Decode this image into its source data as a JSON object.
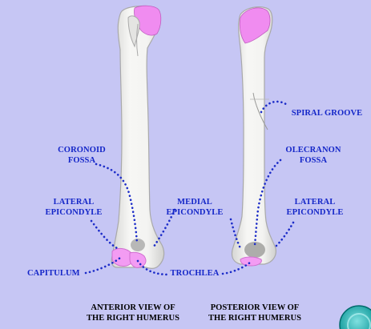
{
  "labels": {
    "coronoid_fossa": [
      "CORONOID",
      "FOSSA"
    ],
    "lateral_epicondyle_anterior": [
      "LATERAL",
      "EPICONDYLE"
    ],
    "capitulum": "CAPITULUM",
    "medial_epicondyle": [
      "MEDIAL",
      "EPICONDYLE"
    ],
    "trochlea": "TROCHLEA",
    "spiral_groove": "SPIRAL GROOVE",
    "olecranon_fossa": [
      "OLECRANON",
      "FOSSA"
    ],
    "lateral_epicondyle_posterior": [
      "LATERAL",
      "EPICONDYLE"
    ]
  },
  "captions": {
    "anterior": [
      "ANTERIOR VIEW OF",
      "THE RIGHT HUMERUS"
    ],
    "posterior": [
      "POSTERIOR VIEW OF",
      "THE RIGHT HUMERUS"
    ]
  },
  "colors": {
    "background": "#c6c6f4",
    "bone": "#f1f1ef",
    "bone_outline": "#a9a9a9",
    "cartilage": "#f08cf0",
    "label_text": "#1426c8",
    "leader_dots": "#1c2cc8",
    "caption_text": "#000000",
    "nav_button": "#00b0b0"
  },
  "icons": {
    "nav": "teal-round-button-icon"
  }
}
